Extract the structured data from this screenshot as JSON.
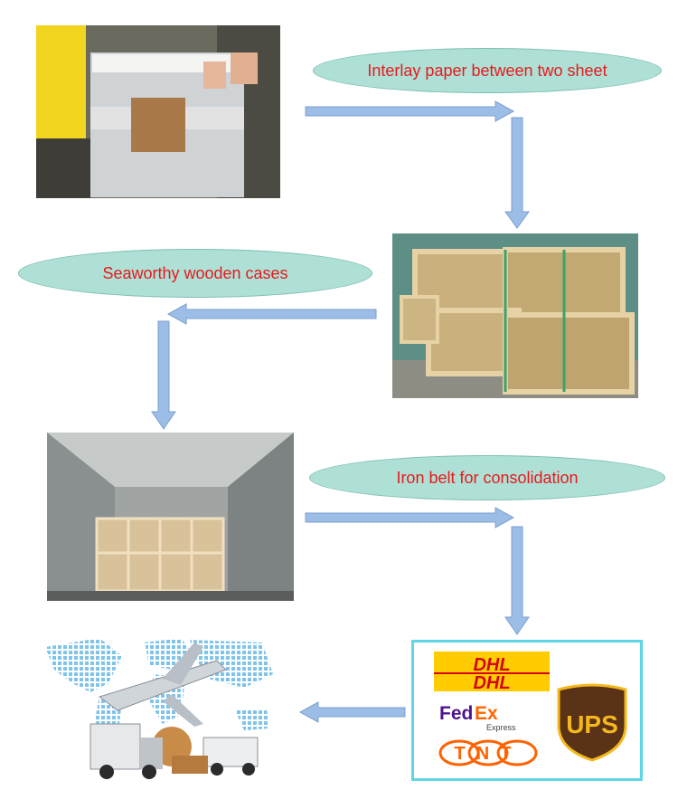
{
  "steps": {
    "step1_label": "Interlay paper between two sheet",
    "step2_label": "Seaworthy wooden cases",
    "step3_label": "Iron belt for consolidation"
  },
  "carriers": {
    "dhl": "DHL",
    "fedex_fed": "Fed",
    "fedex_ex": "Ex",
    "fedex_express": "Express",
    "ups": "UPS",
    "tnt": "TNT"
  },
  "colors": {
    "arrow": "#9cbde6",
    "bubble": "#aee0d6",
    "bubble_text": "#e8191c",
    "carrier_border": "#5fd6e6",
    "dhl_red": "#d40511",
    "dhl_yellow": "#ffcc00",
    "fedex_purple": "#4d148c",
    "fedex_orange": "#ff6600",
    "ups_brown": "#5a3217",
    "ups_gold": "#f5b81c",
    "tnt_orange": "#ff6200"
  }
}
